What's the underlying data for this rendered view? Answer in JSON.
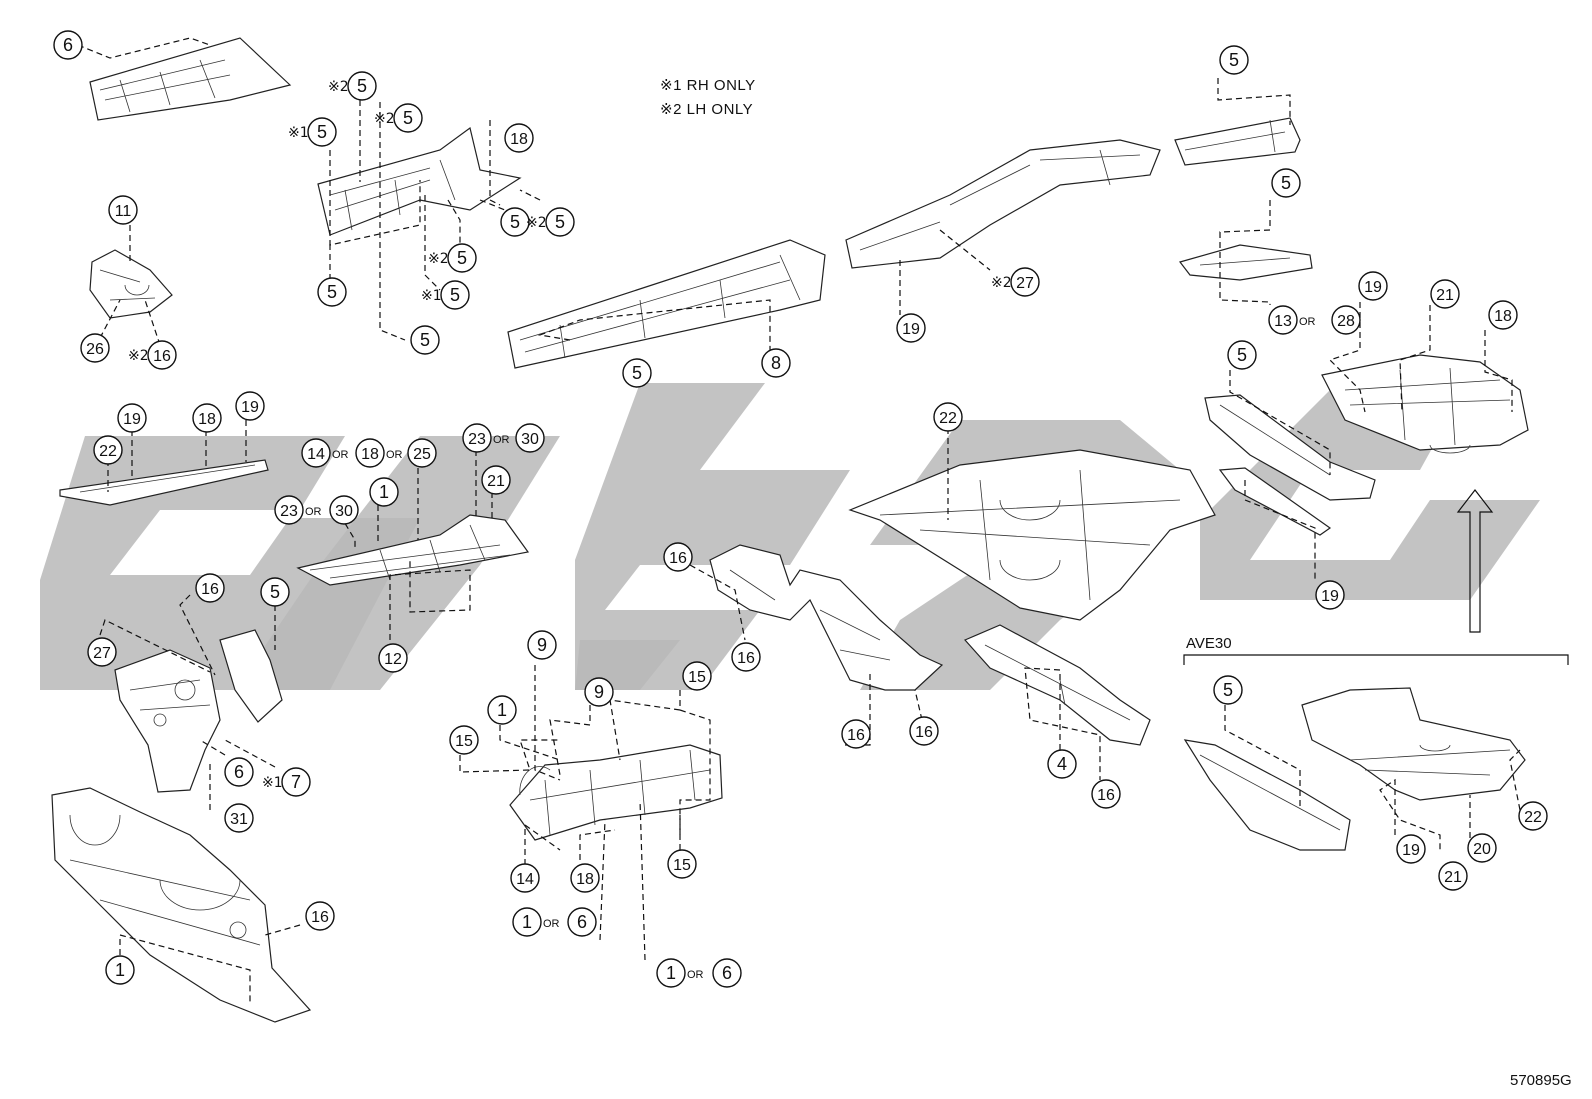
{
  "legend": {
    "note1": "※1 RH ONLY",
    "note2": "※2 LH ONLY"
  },
  "variant_label": "AVE30",
  "figure_code": "570895G",
  "marker_rh": "※1",
  "marker_lh": "※2",
  "or_text": "OR",
  "callouts": [
    {
      "n": "6"
    },
    {
      "n": "5"
    },
    {
      "n": "5"
    },
    {
      "n": "5"
    },
    {
      "n": "18"
    },
    {
      "n": "5"
    },
    {
      "n": "5"
    },
    {
      "n": "5"
    },
    {
      "n": "5"
    },
    {
      "n": "5"
    },
    {
      "n": "5"
    },
    {
      "n": "11"
    },
    {
      "n": "26"
    },
    {
      "n": "16"
    },
    {
      "n": "5"
    },
    {
      "n": "8"
    },
    {
      "n": "27"
    },
    {
      "n": "19"
    },
    {
      "n": "5"
    },
    {
      "n": "5"
    },
    {
      "n": "13"
    },
    {
      "n": "28"
    },
    {
      "n": "19"
    },
    {
      "n": "21"
    },
    {
      "n": "18"
    },
    {
      "n": "5"
    },
    {
      "n": "22"
    },
    {
      "n": "19"
    },
    {
      "n": "18"
    },
    {
      "n": "19"
    },
    {
      "n": "14"
    },
    {
      "n": "18"
    },
    {
      "n": "25"
    },
    {
      "n": "23"
    },
    {
      "n": "30"
    },
    {
      "n": "23"
    },
    {
      "n": "30"
    },
    {
      "n": "1"
    },
    {
      "n": "21"
    },
    {
      "n": "12"
    },
    {
      "n": "16"
    },
    {
      "n": "5"
    },
    {
      "n": "27"
    },
    {
      "n": "6"
    },
    {
      "n": "7"
    },
    {
      "n": "31"
    },
    {
      "n": "16"
    },
    {
      "n": "1"
    },
    {
      "n": "9"
    },
    {
      "n": "9"
    },
    {
      "n": "15"
    },
    {
      "n": "1"
    },
    {
      "n": "15"
    },
    {
      "n": "14"
    },
    {
      "n": "18"
    },
    {
      "n": "15"
    },
    {
      "n": "1"
    },
    {
      "n": "6"
    },
    {
      "n": "1"
    },
    {
      "n": "6"
    },
    {
      "n": "16"
    },
    {
      "n": "16"
    },
    {
      "n": "16"
    },
    {
      "n": "16"
    },
    {
      "n": "22"
    },
    {
      "n": "4"
    },
    {
      "n": "16"
    },
    {
      "n": "19"
    },
    {
      "n": "5"
    },
    {
      "n": "19"
    },
    {
      "n": "21"
    },
    {
      "n": "20"
    },
    {
      "n": "22"
    }
  ]
}
